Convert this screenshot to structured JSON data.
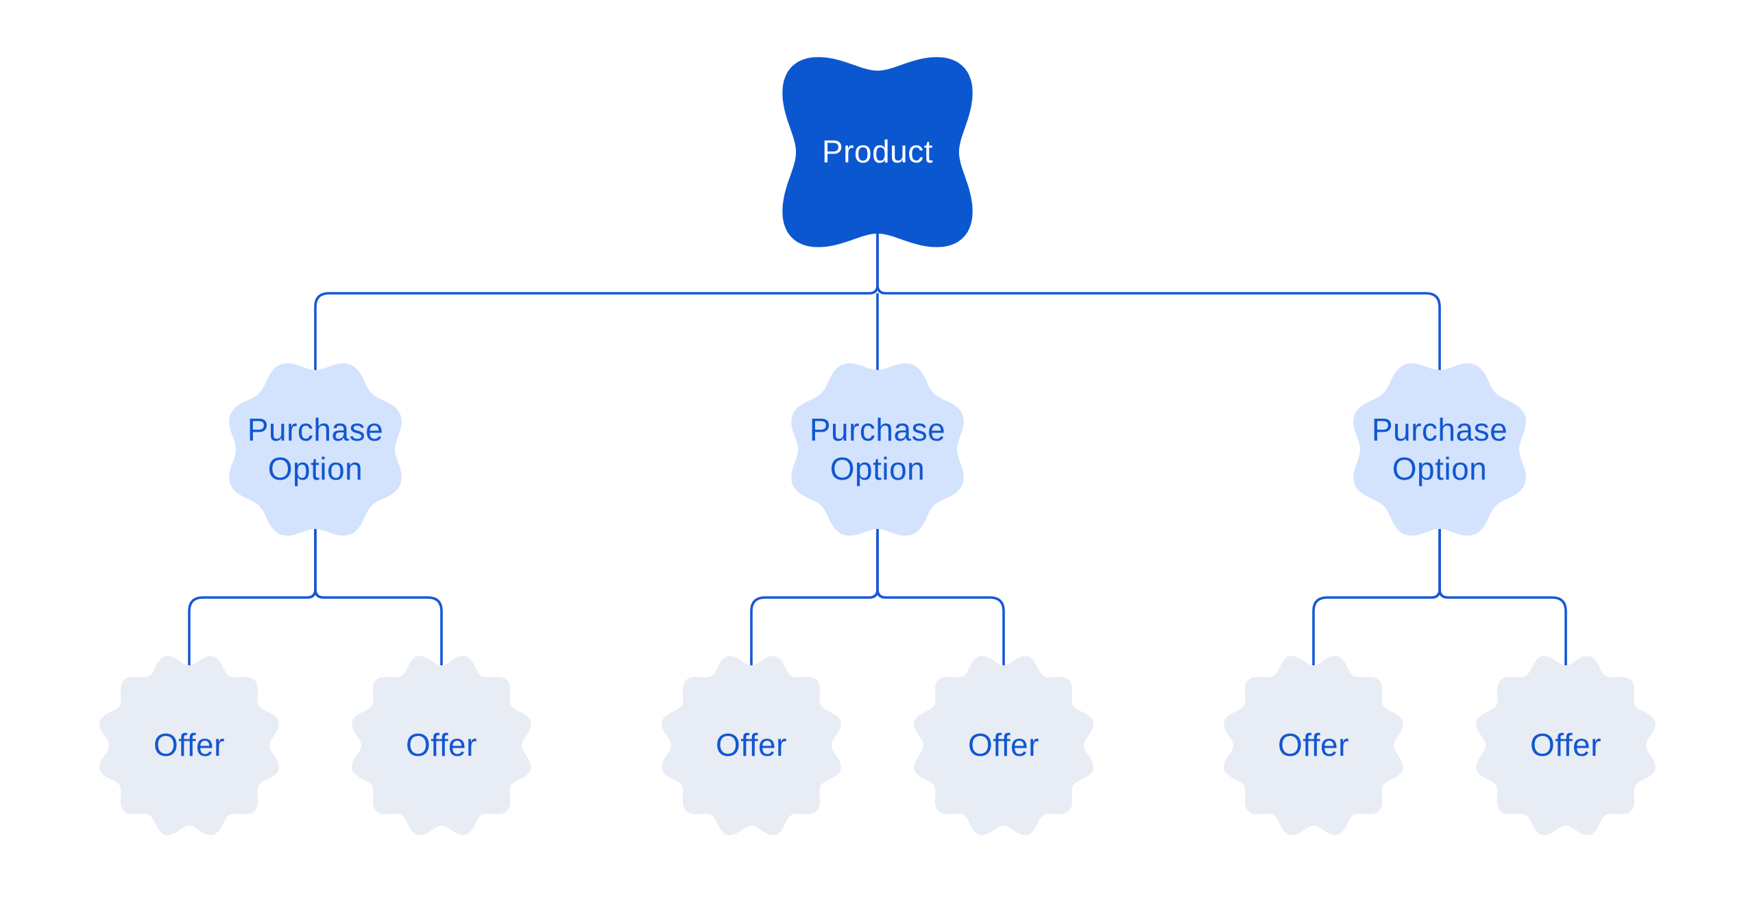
{
  "diagram": {
    "description": "Tree diagram: one Product with three Purchase Options, each with two Offers"
  },
  "colors": {
    "background": "#ffffff",
    "product_fill": "#0b57d0",
    "product_text": "#ffffff",
    "purchase_option_fill": "#d3e3fd",
    "offer_fill": "#e8ecf4",
    "label_text": "#1257d0",
    "connector_line": "#1657d6"
  },
  "nodes": {
    "product": {
      "label": "Product"
    },
    "purchase_options": [
      {
        "label": "Purchase Option"
      },
      {
        "label": "Purchase Option"
      },
      {
        "label": "Purchase Option"
      }
    ],
    "offers": [
      {
        "label": "Offer"
      },
      {
        "label": "Offer"
      },
      {
        "label": "Offer"
      },
      {
        "label": "Offer"
      },
      {
        "label": "Offer"
      },
      {
        "label": "Offer"
      }
    ]
  }
}
